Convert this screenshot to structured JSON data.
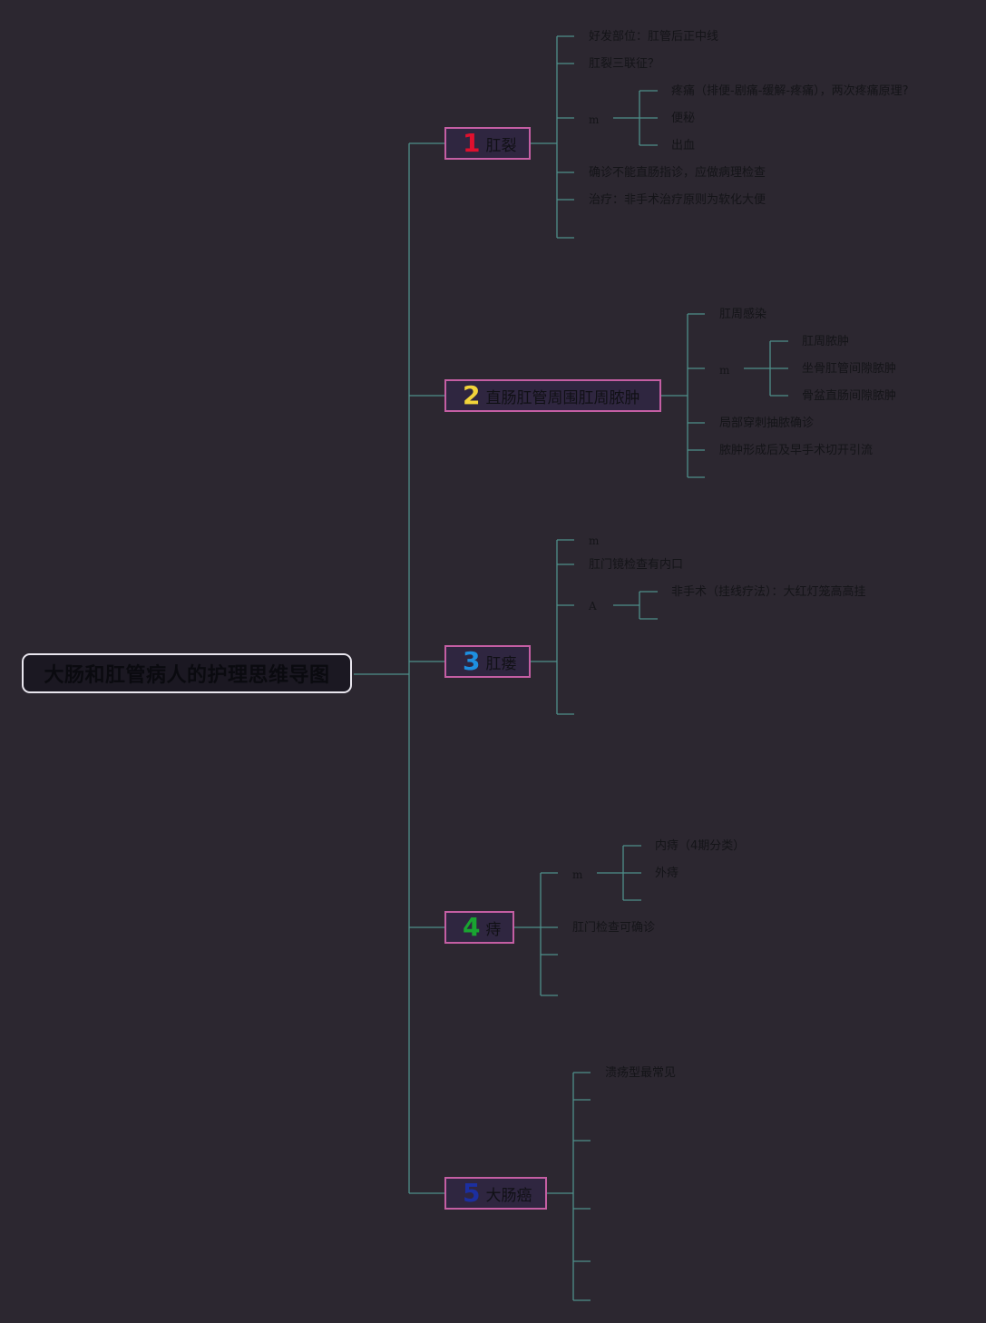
{
  "root": {
    "title": "大肠和肛管病人的护理思维导图"
  },
  "colors": {
    "line": "#4e8f8a",
    "border": "#c45ea3",
    "num1": "#e0102e",
    "num2": "#f2d43a",
    "num3": "#1e8fe0",
    "num4": "#19a431",
    "num5": "#1c2fa0"
  },
  "topics": [
    {
      "num": "1",
      "label": "肛裂",
      "children": [
        {
          "text": "好发部位：肛管后正中线"
        },
        {
          "text": "肛裂三联征？"
        },
        {
          "text": "m",
          "children": [
            {
              "text": "疼痛（排便-剧痛-缓解-疼痛），两次疼痛原理?"
            },
            {
              "text": "便秘"
            },
            {
              "text": "出血"
            }
          ]
        },
        {
          "text": "确诊不能直肠指诊，应做病理检查"
        },
        {
          "text": "治疗：非手术治疗原则为软化大便"
        },
        {
          "text": ""
        }
      ]
    },
    {
      "num": "2",
      "label": "直肠肛管周围肛周脓肿",
      "children": [
        {
          "text": "肛周感染"
        },
        {
          "text": "m",
          "children": [
            {
              "text": "肛周脓肿"
            },
            {
              "text": "坐骨肛管间隙脓肿"
            },
            {
              "text": "骨盆直肠间隙脓肿"
            }
          ]
        },
        {
          "text": "局部穿刺抽脓确诊"
        },
        {
          "text": "脓肿形成后及早手术切开引流"
        },
        {
          "text": ""
        }
      ]
    },
    {
      "num": "3",
      "label": "肛瘘",
      "children": [
        {
          "text": "m"
        },
        {
          "text": "肛门镜检查有内口"
        },
        {
          "text": "A",
          "children": [
            {
              "text": "非手术（挂线疗法）：大红灯笼高高挂"
            },
            {
              "text": ""
            }
          ]
        },
        {
          "text": ""
        }
      ]
    },
    {
      "num": "4",
      "label": "痔",
      "children": [
        {
          "text": "m",
          "children": [
            {
              "text": "内痔（4期分类）"
            },
            {
              "text": "外痔"
            },
            {
              "text": ""
            }
          ]
        },
        {
          "text": "肛门检查可确诊"
        },
        {
          "text": ""
        },
        {
          "text": ""
        }
      ]
    },
    {
      "num": "5",
      "label": "大肠癌",
      "children": [
        {
          "text": "溃疡型最常见"
        },
        {
          "text": ""
        },
        {
          "text": ""
        },
        {
          "text": ""
        },
        {
          "text": ""
        },
        {
          "text": ""
        }
      ]
    }
  ]
}
